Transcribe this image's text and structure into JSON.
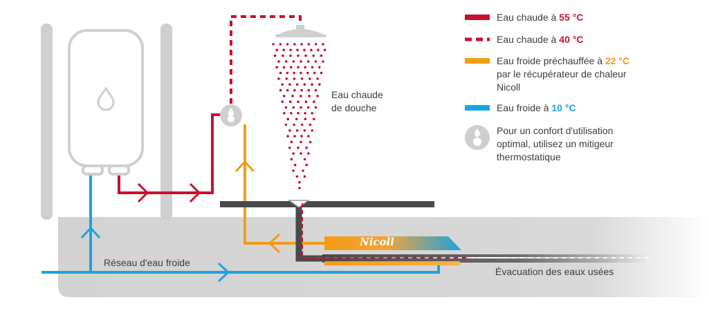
{
  "colors": {
    "hot55": "#c8102e",
    "hot40": "#c8102e",
    "preheated": "#f39c12",
    "cold": "#1aa3e0",
    "drain": "#4a4a4a",
    "ground": "#d5d5d5",
    "appliance": "#cfcfcf"
  },
  "legend": [
    {
      "text": "Eau chaude à ",
      "value": "55 °C",
      "style": "solid",
      "color": "#c8102e"
    },
    {
      "text": "Eau chaude à ",
      "value": "40 °C",
      "style": "dashed",
      "color": "#c8102e"
    },
    {
      "text": "Eau froide préchauffée à ",
      "value": "22 °C",
      "text2": "par le récupérateur de chaleur",
      "text3": "Nicoll",
      "style": "solid",
      "color": "#f39c12"
    },
    {
      "text": "Eau froide à ",
      "value": "10 °C",
      "style": "solid",
      "color": "#1aa3e0"
    },
    {
      "text": "Pour un confort d'utilisation",
      "text2": "optimal, utilisez un mitigeur",
      "text3": "thermostatique",
      "style": "mixer-icon"
    }
  ],
  "labels": {
    "shower_line1": "Eau chaude",
    "shower_line2": "de douche",
    "cold_network": "Réseau d'eau froide",
    "drain": "Évacuation des eaux usées",
    "brand": "Nicoll"
  },
  "icons": {
    "heater": "water-heater-icon",
    "drop": "water-drop-icon",
    "shower": "shower-head-icon",
    "mixer": "thermostatic-mixer-icon"
  }
}
